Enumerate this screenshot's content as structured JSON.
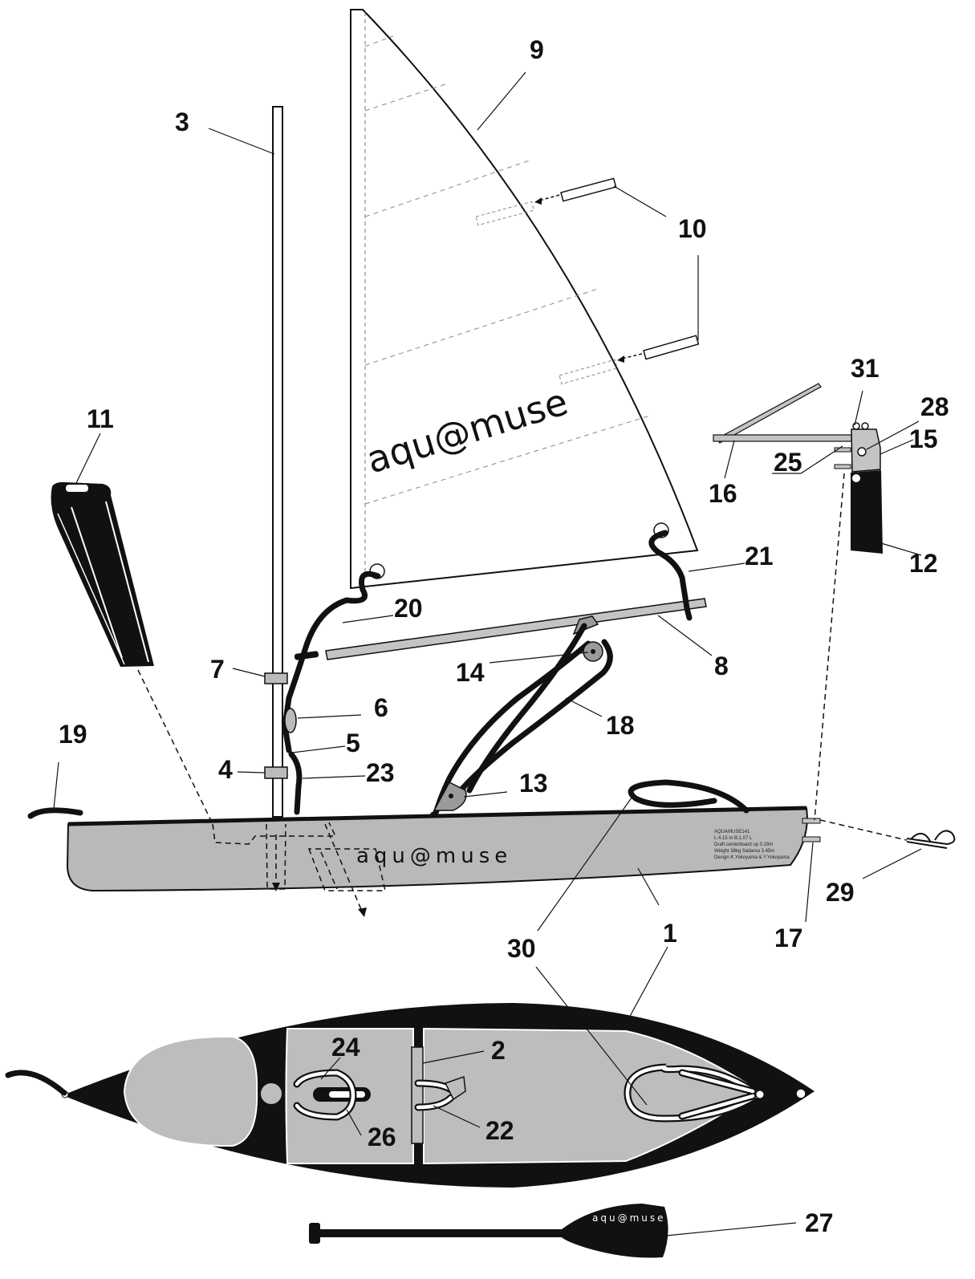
{
  "brand": {
    "sail_text": "aqu@muse",
    "hull_text": "aqu@muse",
    "paddle_text": "aqu@muse",
    "hull_plate_lines": [
      "AQUAMUSE141",
      "L:4.15 m B:1.07 L",
      "Draft centerboard up 0.29m",
      "Weight 38kg  Sailarea 3.45m",
      "Design K.Yokoyama & Y.Yokoyama"
    ]
  },
  "labels": {
    "l1": "1",
    "l2": "2",
    "l3": "3",
    "l4": "4",
    "l5": "5",
    "l6": "6",
    "l7": "7",
    "l8": "8",
    "l9": "9",
    "l10": "10",
    "l11": "11",
    "l12": "12",
    "l13": "13",
    "l14": "14",
    "l15": "15",
    "l16": "16",
    "l17": "17",
    "l18": "18",
    "l19": "19",
    "l20": "20",
    "l21": "21",
    "l22": "22",
    "l23": "23",
    "l24": "24",
    "l25": "25",
    "l26": "26",
    "l27": "27",
    "l28": "28",
    "l29": "29",
    "l30": "30",
    "l31": "31"
  },
  "colors": {
    "hull_gray": "#b9b9b9",
    "ink": "#111111",
    "sail_white": "#ffffff",
    "spar_gray": "#c4c4c4",
    "deck_gray": "#bdbdbd"
  }
}
